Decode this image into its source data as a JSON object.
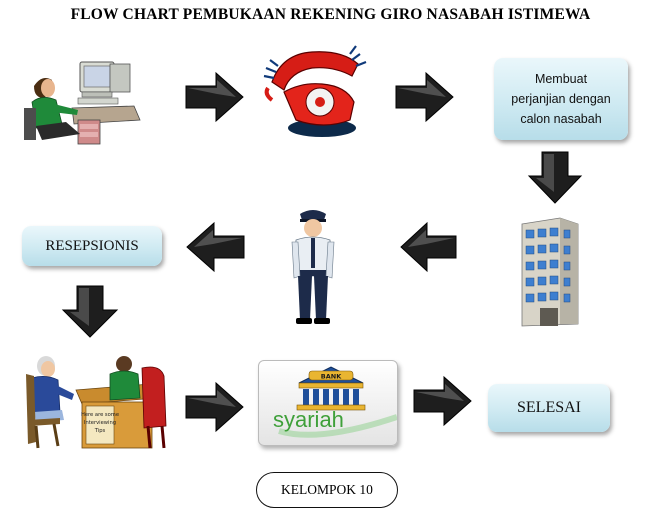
{
  "title": "FLOW CHART PEMBUKAAN REKENING GIRO NASABAH ISTIMEWA",
  "steps": {
    "agreement": {
      "label_lines": [
        "Membuat",
        "perjanjian dengan",
        "calon nasabah"
      ]
    },
    "receptionist": {
      "label": "RESEPSIONIS"
    },
    "finish": {
      "label": "SELESAI"
    }
  },
  "interview_sign": {
    "lines": [
      "Here are some",
      "Interviewing",
      "Tips"
    ]
  },
  "bank_card": {
    "sign": "BANK",
    "brand": "syariah"
  },
  "group": {
    "label": "KELOMPOK 10"
  },
  "colors": {
    "arrow": "#1e1e1e",
    "box_fill": "#cfeaf2",
    "phone": "#d61d16",
    "brand_green": "#3fa03a"
  }
}
